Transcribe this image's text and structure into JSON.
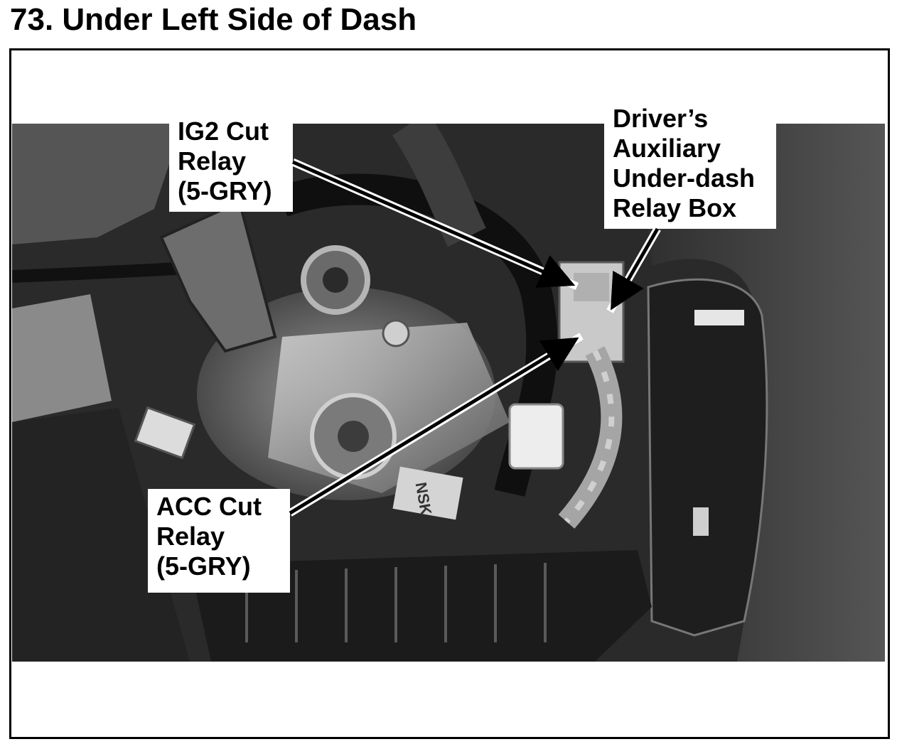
{
  "title": "73. Under Left Side of Dash",
  "callouts": {
    "ig2": [
      "IG2 Cut",
      "Relay",
      "(5-GRY)"
    ],
    "aux": [
      "Driver’s",
      "Auxiliary",
      "Under-dash",
      "Relay Box"
    ],
    "acc": [
      "ACC Cut",
      "Relay",
      "(5-GRY)"
    ]
  },
  "photo": {
    "label_on_part": "NSK",
    "colors": {
      "background": "#ffffff",
      "frame": "#000000"
    }
  }
}
